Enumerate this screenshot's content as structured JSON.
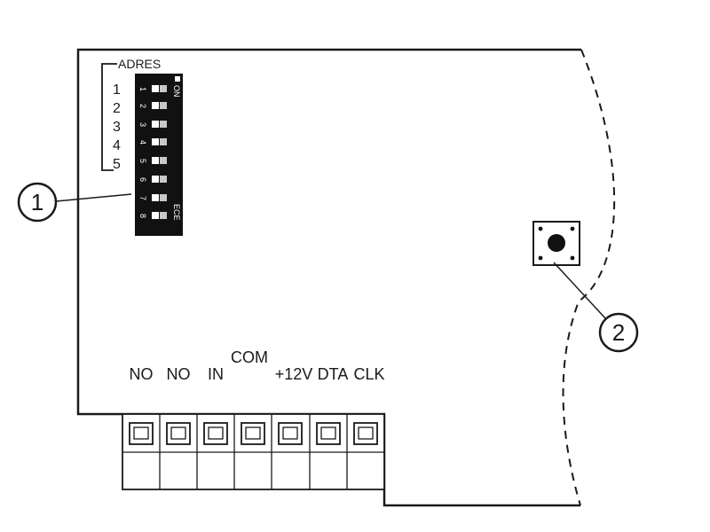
{
  "diagram": {
    "address_label": "ADRES",
    "address_bits": [
      "1",
      "2",
      "3",
      "4",
      "5"
    ],
    "dip_switch": {
      "on_label": "ON",
      "ece_label": "ECE",
      "positions": [
        "1",
        "2",
        "3",
        "4",
        "5",
        "6",
        "7",
        "8"
      ]
    },
    "terminal_labels": [
      "NO",
      "NO",
      "IN",
      "COM",
      "+12V",
      "DTA",
      "CLK"
    ],
    "callouts": [
      "1",
      "2"
    ],
    "colors": {
      "ink": "#1a1a1a",
      "board": "#ffffff",
      "dip_body": "#111111"
    }
  }
}
